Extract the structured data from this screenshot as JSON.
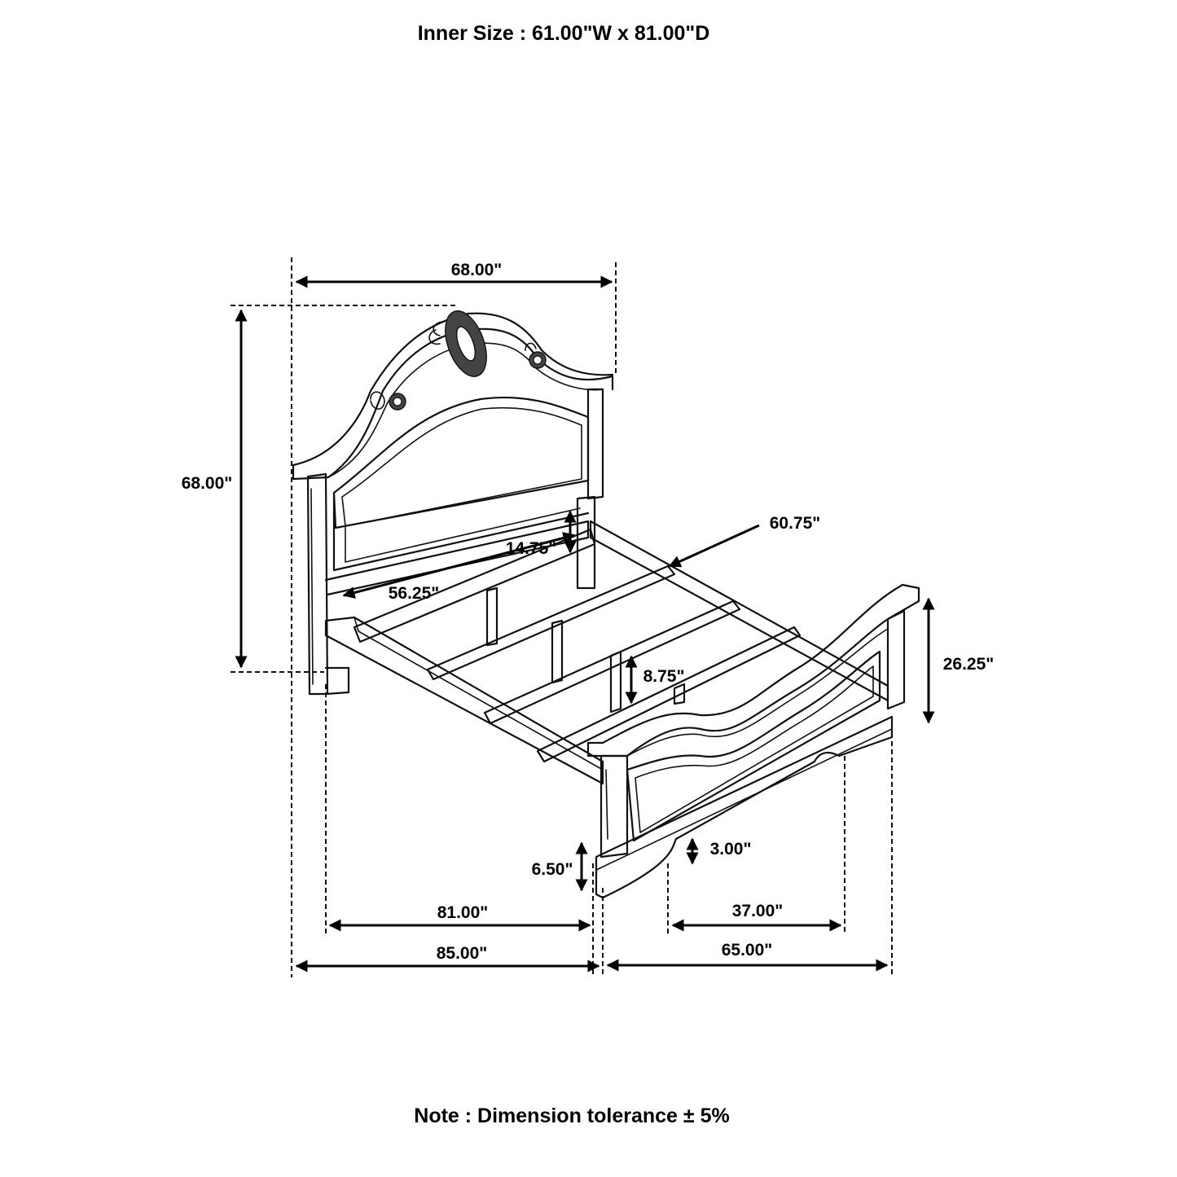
{
  "header": {
    "inner_size": "Inner Size : 61.00\"W x 81.00\"D"
  },
  "footer": {
    "note": "Note : Dimension tolerance ± 5%"
  },
  "dimensions": {
    "headboard_width": "68.00\"",
    "overall_height": "68.00\"",
    "slat_length": "60.75\"",
    "headboard_panel_height": "14.75\"",
    "headboard_panel_width": "56.25\"",
    "footboard_height": "26.25\"",
    "rail_clearance": "8.75\"",
    "footboard_base_gap": "3.00\"",
    "footboard_base_height": "6.50\"",
    "inner_length": "81.00\"",
    "footboard_inner_width": "37.00\"",
    "overall_length": "85.00\"",
    "overall_width": "65.00\""
  }
}
